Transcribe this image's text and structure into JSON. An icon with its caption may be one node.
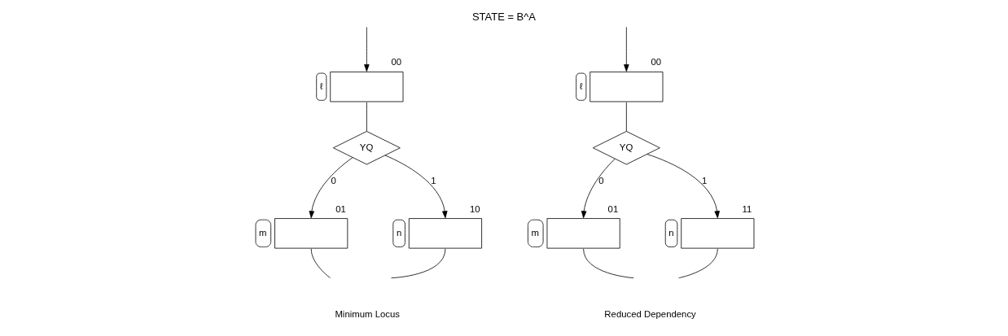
{
  "diagram": {
    "title": "STATE = B^A",
    "nodes": [
      {
        "text": [],
        "shape": "box",
        "beside": [
          "ℓ",
          "00"
        ]
      },
      {
        "text": [
          "YQ"
        ]
      },
      {
        "text": [],
        "shape": "box",
        "beside": [
          "m",
          "01"
        ]
      },
      {
        "text": [],
        "shape": "box",
        "beside": [
          "n",
          "10"
        ]
      },
      {
        "text": [],
        "shape": "box",
        "beside": [
          "ℓ",
          "00"
        ]
      },
      {
        "text": [
          "YQ"
        ]
      },
      {
        "text": [],
        "shape": "box",
        "beside": [
          "m",
          "01"
        ]
      },
      {
        "text": [],
        "shape": "box",
        "beside": [
          "n",
          "11"
        ]
      }
    ],
    "edges": [
      {
        "from": null,
        "to": 0,
        "arrow": "to"
      },
      {
        "from": 0,
        "to": 1,
        "arrow": "none"
      },
      {
        "from": 1,
        "to": 2,
        "arrow": "to",
        "label": "0"
      },
      {
        "from": 1,
        "to": 3,
        "arrow": "to",
        "label": "1"
      },
      {
        "from": 2,
        "to": null,
        "arrow": "none"
      },
      {
        "from": 3,
        "to": null,
        "arrow": "none"
      },
      {
        "from": null,
        "to": 4,
        "arrow": "to"
      },
      {
        "from": 4,
        "to": 5,
        "arrow": "none"
      },
      {
        "from": 5,
        "to": 6,
        "arrow": "to",
        "label": "0"
      },
      {
        "from": 5,
        "to": 7,
        "arrow": "to",
        "label": "1"
      },
      {
        "from": 6,
        "to": null,
        "arrow": "none"
      },
      {
        "from": 7,
        "to": null,
        "arrow": "none"
      }
    ],
    "labels": [
      "Minimum Locus",
      "Reduced Dependency"
    ]
  }
}
